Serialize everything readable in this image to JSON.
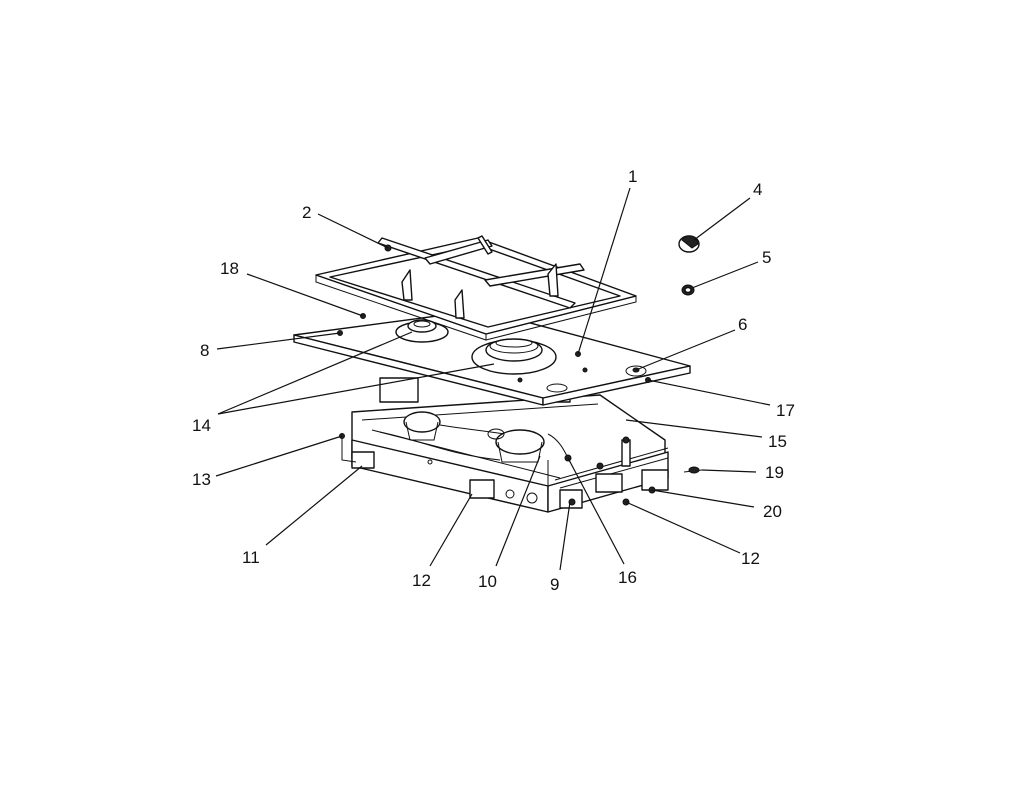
{
  "figure": "exploded-parts-diagram",
  "colors": {
    "ink": "#111111",
    "background": "#ffffff"
  },
  "callouts": {
    "c1": "1",
    "c2": "2",
    "c4": "4",
    "c5": "5",
    "c6": "6",
    "c8": "8",
    "c9": "9",
    "c10": "10",
    "c11": "11",
    "c12a": "12",
    "c12b": "12",
    "c13": "13",
    "c14": "14",
    "c15": "15",
    "c16": "16",
    "c17": "17",
    "c18": "18",
    "c19": "19",
    "c20": "20"
  }
}
